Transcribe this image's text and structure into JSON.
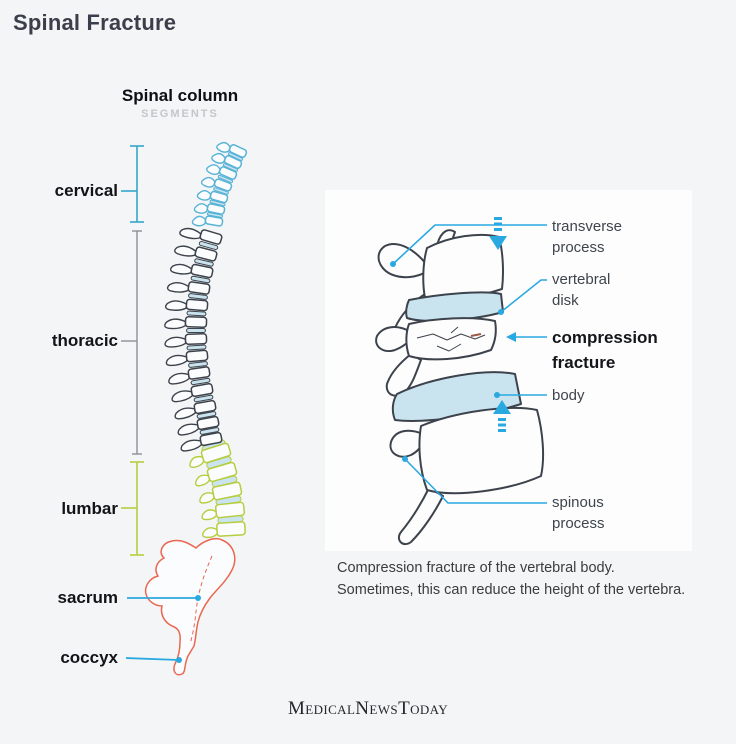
{
  "title": "Spinal Fracture",
  "spine": {
    "heading": "Spinal column",
    "subheading": "SEGMENTS",
    "segments": [
      {
        "label": "cervical"
      },
      {
        "label": "thoracic"
      },
      {
        "label": "lumbar"
      },
      {
        "label": "sacrum"
      },
      {
        "label": "coccyx"
      }
    ]
  },
  "panel": {
    "transverse": {
      "line1": "transverse",
      "line2": "process"
    },
    "disk": {
      "line1": "vertebral",
      "line2": "disk"
    },
    "fracture": {
      "line1": "compression",
      "line2": "fracture"
    },
    "body": {
      "label": "body"
    },
    "spinous": {
      "line1": "spinous",
      "line2": "process"
    }
  },
  "caption": {
    "line1": "Compression fracture of the vertebral body.",
    "line2": "Sometimes, this can reduce the height of the vertebra."
  },
  "footer": {
    "logo": "MedicalNewsToday"
  },
  "colors": {
    "accent_blue": "#2aa9e0",
    "cervical": "#58b3d6",
    "thoracic": "#3d434c",
    "thoracic_bracket": "#8f9095",
    "lumbar": "#b7cd40",
    "sacrum": "#ea6751",
    "disk_fill": "#c9e4ef",
    "background": "#f4f5f6",
    "panel_background": "#fdfdfe",
    "title_text": "#3b3f4b",
    "muted_text": "#c5c6ca"
  }
}
